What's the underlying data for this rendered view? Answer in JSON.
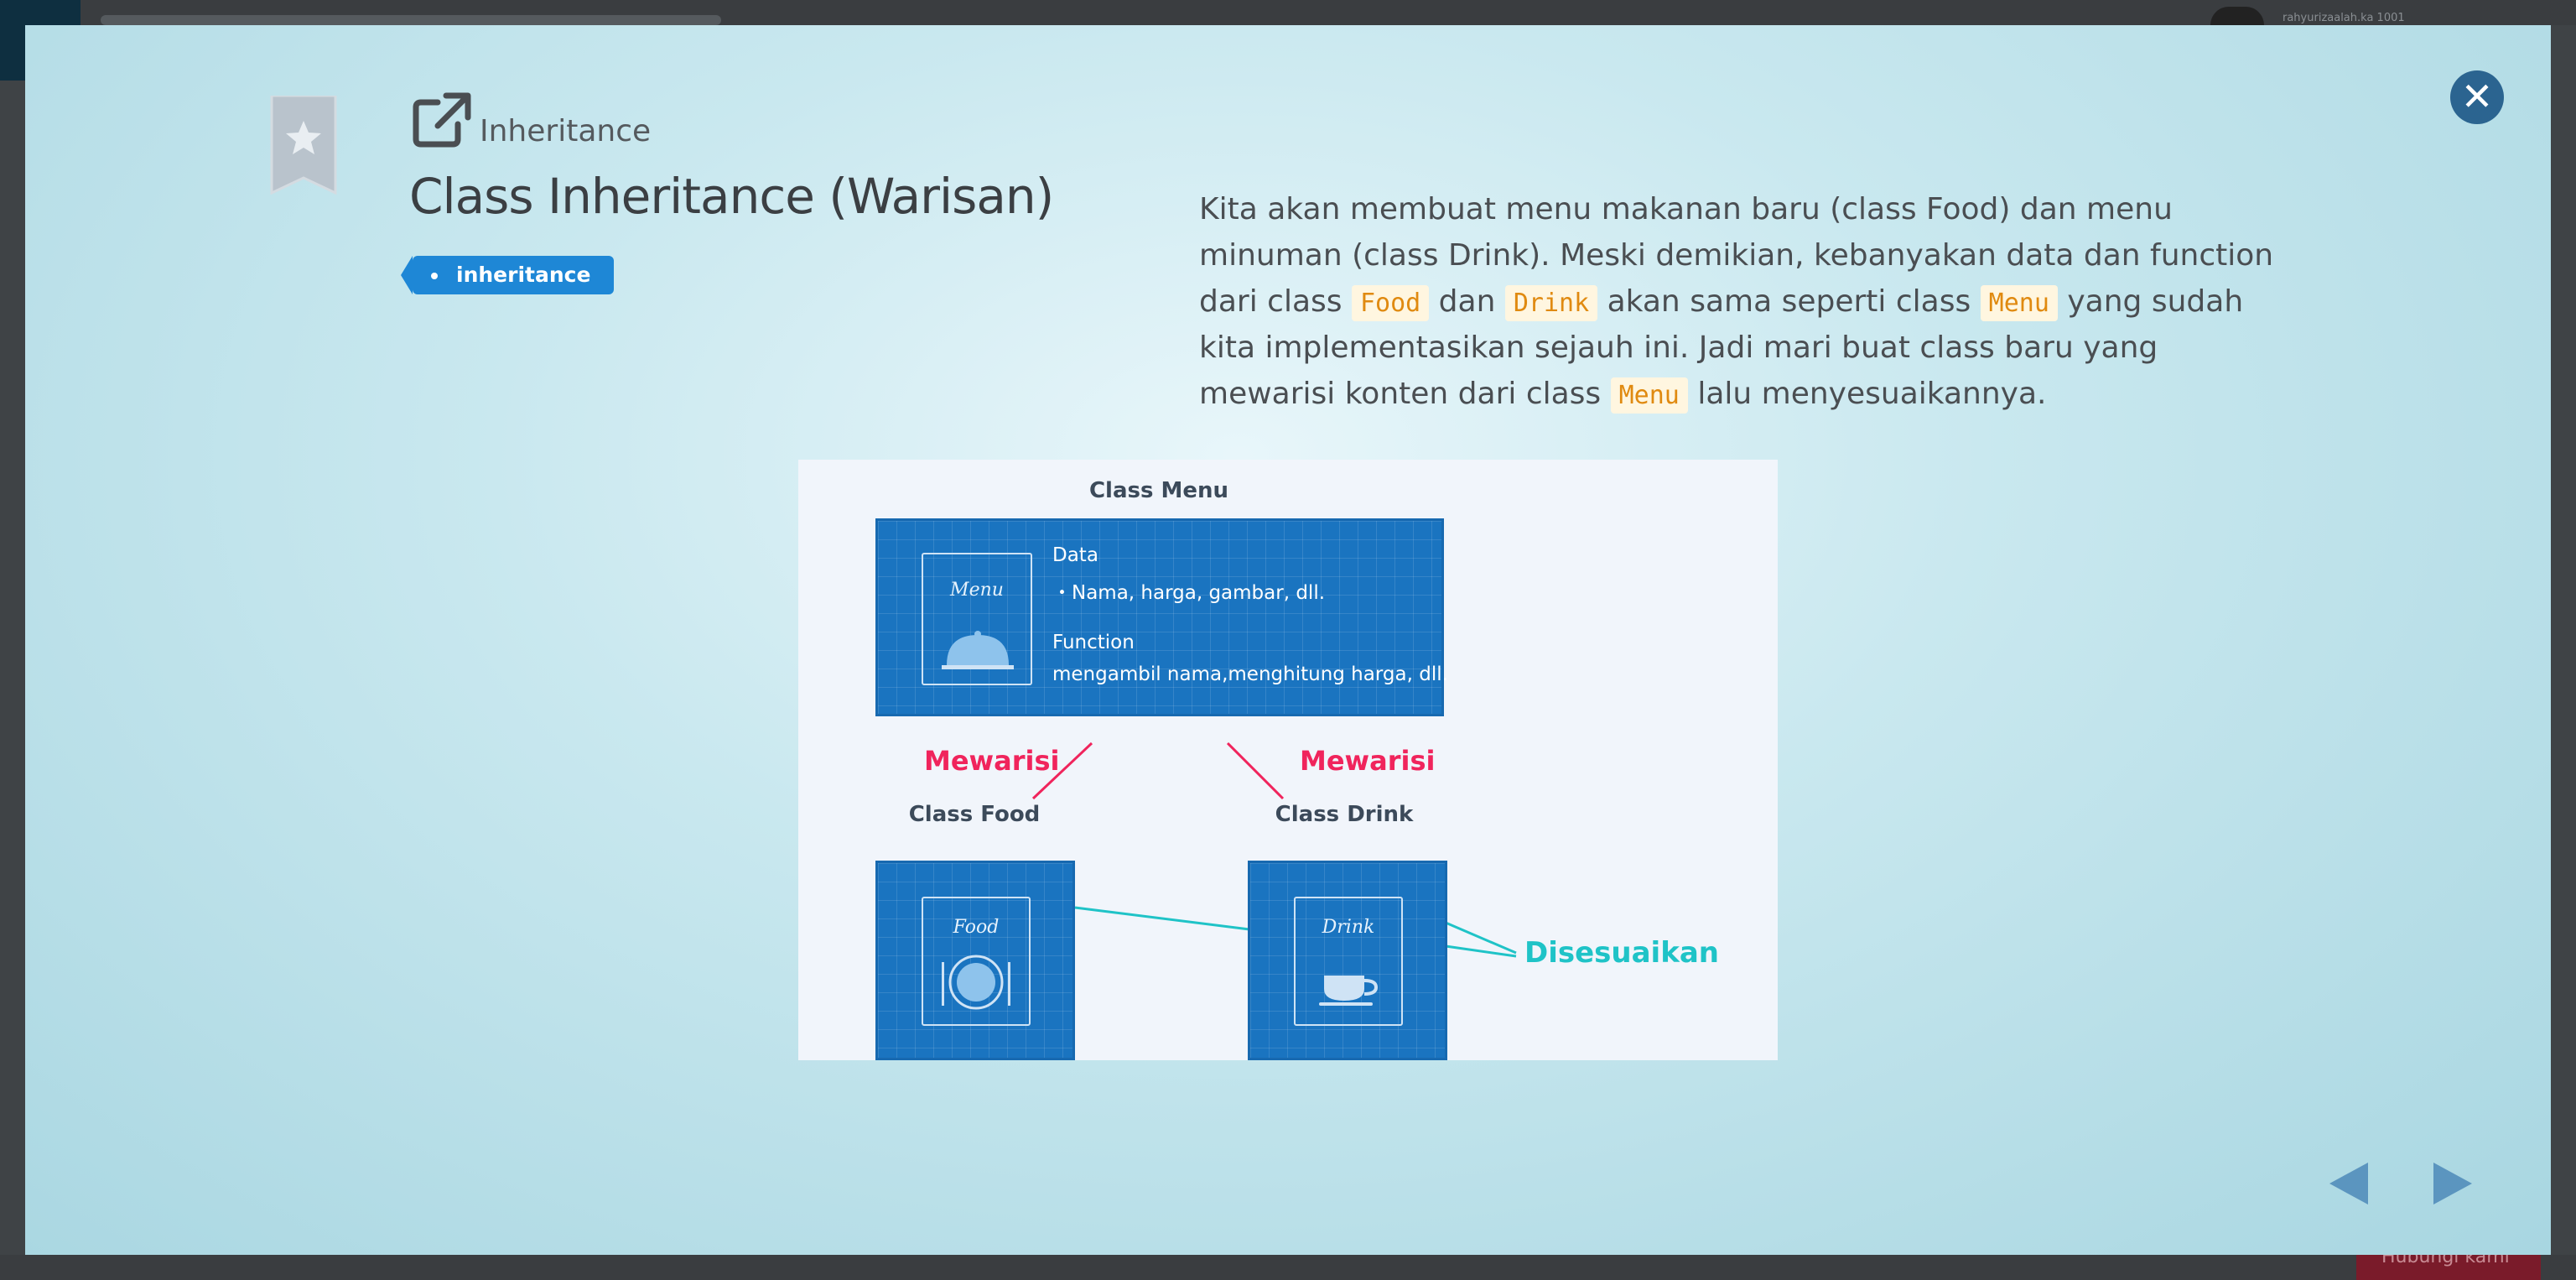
{
  "background": {
    "username": "rahyurizaalah.ka 1001",
    "red_button_label": "Hubungi kami"
  },
  "header": {
    "breadcrumb": "Inheritance",
    "title": "Class Inheritance (Warisan)",
    "tag": "inheritance"
  },
  "description": {
    "part1": "Kita akan membuat menu makanan baru (class Food) dan menu minuman (class Drink). Meski demikian, kebanyakan data dan function dari class ",
    "code_food": "Food",
    "part2": " dan ",
    "code_drink": "Drink",
    "part3": " akan sama seperti class ",
    "code_menu1": "Menu",
    "part4": " yang sudah kita implementasikan sejauh ini. Jadi mari buat class baru yang mewarisi konten dari class ",
    "code_menu2": "Menu",
    "part5": " lalu menyesuaikannya."
  },
  "figure": {
    "class_menu_title": "Class Menu",
    "menu_book_label": "Menu",
    "data_label": "Data",
    "data_item": "・Nama, harga, gambar, dll.",
    "function_label": "Function",
    "function_item": "mengambil nama,menghitung harga, dll.",
    "mewarisi_left": "Mewarisi",
    "mewarisi_right": "Mewarisi",
    "class_food_title": "Class Food",
    "class_drink_title": "Class Drink",
    "food_book_label": "Food",
    "drink_book_label": "Drink",
    "disesuaikan": "Disesuaikan"
  },
  "colors": {
    "accent_blue": "#1e87d6",
    "close_button": "#2b6490",
    "code_text": "#e08a10",
    "mewarisi": "#f0245c",
    "disesuaikan": "#1fc3c7",
    "grid_blue": "#1a74c0"
  },
  "icons": {
    "bookmark": "bookmark-star-icon",
    "external": "external-link-icon",
    "close": "close-icon",
    "prev": "triangle-left-icon",
    "next": "triangle-right-icon"
  }
}
